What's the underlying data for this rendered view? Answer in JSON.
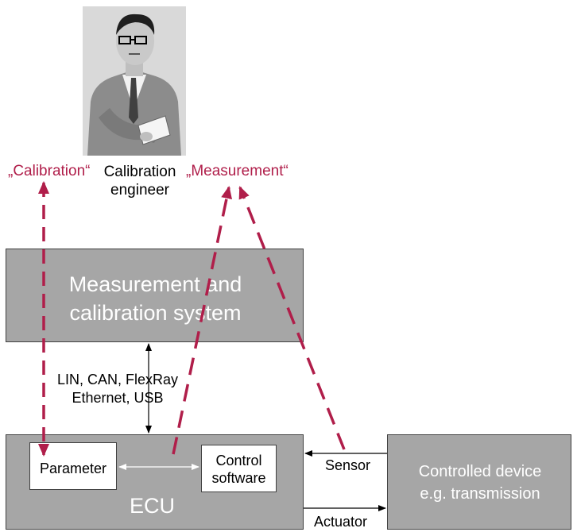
{
  "engineer": {
    "label_line1": "Calibration",
    "label_line2": "engineer"
  },
  "calibration_label": "„Calibration“",
  "measurement_label": "„Measurement“",
  "mcs": {
    "line1": "Measurement and",
    "line2": "calibration system"
  },
  "bus": {
    "line1": "LIN, CAN, FlexRay",
    "line2": "Ethernet, USB"
  },
  "ecu": {
    "title": "ECU",
    "parameter": "Parameter",
    "control_line1": "Control",
    "control_line2": "software"
  },
  "device": {
    "line1": "Controlled device",
    "line2": "e.g. transmission"
  },
  "sensor_label": "Sensor",
  "actuator_label": "Actuator",
  "colors": {
    "accent_red": "#b01e4a",
    "box_gray": "#a6a6a6"
  }
}
